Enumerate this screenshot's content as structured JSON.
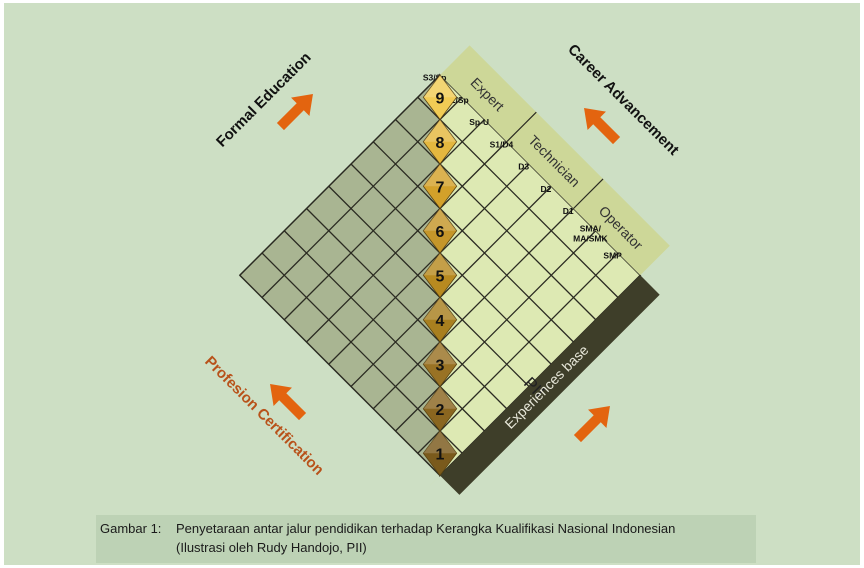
{
  "edu_levels": [
    "SMP",
    "SMA/\nMA/SMK",
    "D1",
    "D2",
    "D3",
    "S1/D4",
    "Sp-U",
    "S2/Sp",
    "S3/Sp"
  ],
  "levels": [
    "1",
    "2",
    "3",
    "4",
    "5",
    "6",
    "7",
    "8",
    "9"
  ],
  "career_levels": [
    "Operator",
    "Technician",
    "Expert"
  ],
  "labels": {
    "formal_education": "Formal Education",
    "career_advancement": "Career Advancement",
    "profesion_certification": "Profesion Certification",
    "experiences_base": "Experiences base",
    "pii": "PII"
  },
  "caption": {
    "label": "Gambar 1:",
    "line1": "Penyetaraan antar jalur pendidikan terhadap Kerangka Kualifikasi Nasional Indonesian",
    "line2": "(Ilustrasi oleh Rudy Handojo, PII)"
  },
  "colors": {
    "background": "#cddfc4",
    "left_grid": "#a9b592",
    "right_grid": "#dde9b3",
    "edu_band": "#d9e2a6",
    "career_band": "#cdd798",
    "pii_band": "#dbac0e",
    "experience_band": "#3e3e29",
    "arrow": "#e3640f",
    "profesion_text": "#b8521a"
  }
}
